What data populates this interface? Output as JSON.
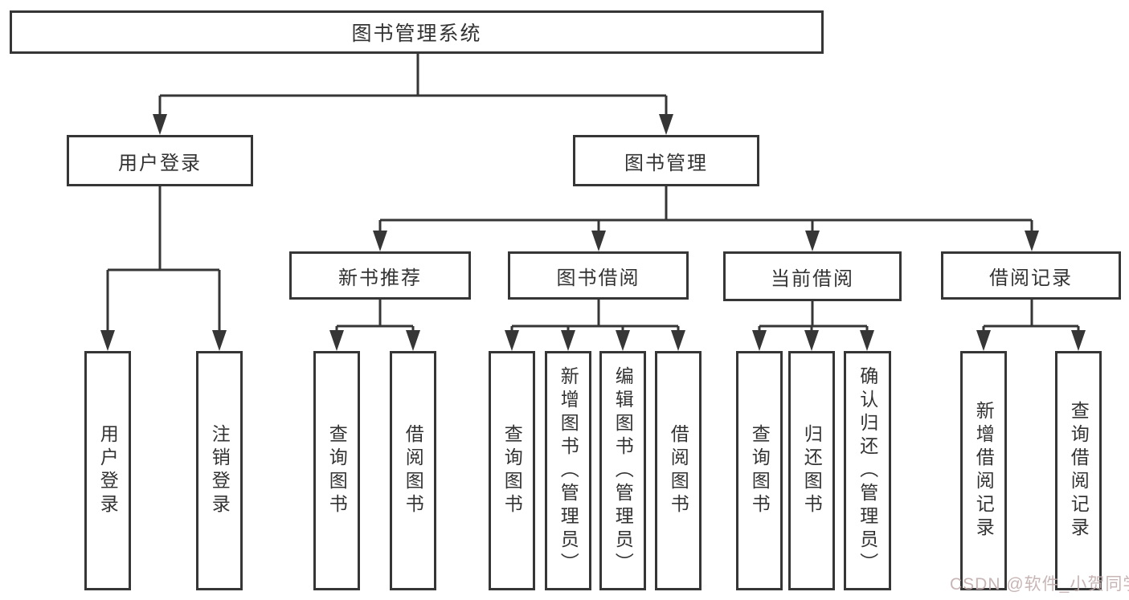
{
  "root": {
    "label": "图书管理系统"
  },
  "branches": {
    "user_login": {
      "label": "用户登录",
      "leaves": [
        {
          "label": "用户登录"
        },
        {
          "label": "注销登录"
        }
      ]
    },
    "book_management": {
      "label": "图书管理",
      "groups": [
        {
          "label": "新书推荐",
          "leaves": [
            {
              "label": "查询图书"
            },
            {
              "label": "借阅图书"
            }
          ]
        },
        {
          "label": "图书借阅",
          "leaves": [
            {
              "label": "查询图书"
            },
            {
              "label": "新增图书（管理员）"
            },
            {
              "label": "编辑图书（管理员）"
            },
            {
              "label": "借阅图书"
            }
          ]
        },
        {
          "label": "当前借阅",
          "leaves": [
            {
              "label": "查询图书"
            },
            {
              "label": "归还图书"
            },
            {
              "label": "确认归还（管理员）"
            }
          ]
        },
        {
          "label": "借阅记录",
          "leaves": [
            {
              "label": "新增借阅记录"
            },
            {
              "label": "查询借阅记录"
            }
          ]
        }
      ]
    }
  },
  "watermark": {
    "text": "CSDN @软件_小贺同学"
  },
  "colors": {
    "line": "#363636",
    "text": "#333333",
    "watermark": "#c4afaf",
    "background": "#ffffff"
  }
}
